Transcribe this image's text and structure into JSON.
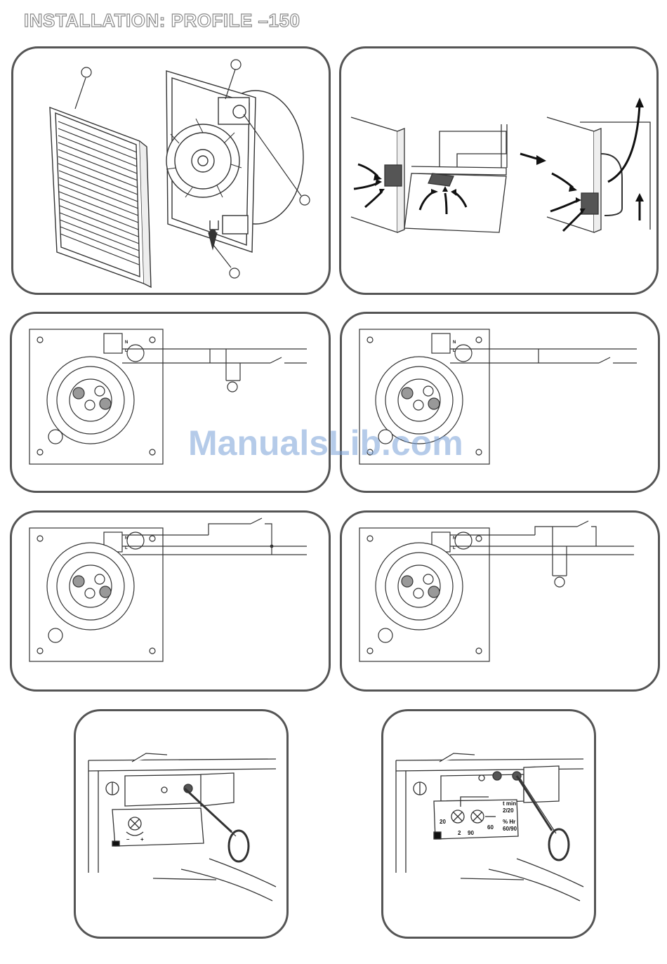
{
  "page": {
    "title": "INSTALLATION: PROFILE –150",
    "watermark": "ManualsLib.com"
  },
  "fig1": {
    "callouts": [
      "",
      "",
      "",
      ""
    ]
  },
  "terminal": {
    "labels": [
      "N",
      "L"
    ]
  },
  "timer_label": {
    "top_line": "t min",
    "top_value": "2/20",
    "left": "20",
    "bottom_left": "2",
    "bottom_mid": "90",
    "bottom_right": "60",
    "hr_label": "% Hr",
    "hr_value": "60/90"
  },
  "dial_label": {
    "minus": "–",
    "plus": "+"
  }
}
